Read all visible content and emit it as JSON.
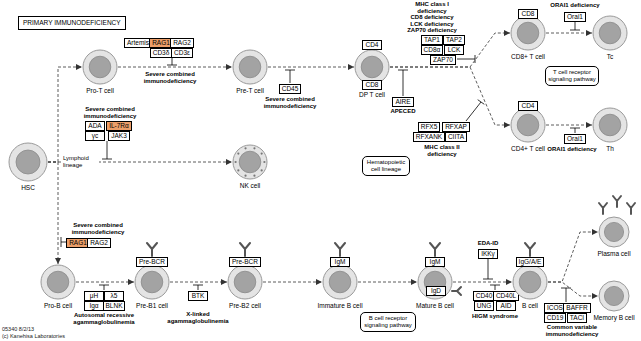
{
  "diagram": {
    "title": "PRIMARY IMMUNODEFICIENCY",
    "nodes": [
      {
        "text": [
          "HSC"
        ]
      },
      {
        "text": [
          "Pro-T cell"
        ]
      },
      {
        "text": [
          "Artemis"
        ]
      },
      {
        "text": [
          "RAG1"
        ]
      },
      {
        "text": [
          "RAG2"
        ]
      },
      {
        "text": [
          "CD3δ"
        ]
      },
      {
        "text": [
          "CD3ε"
        ]
      },
      {
        "text": [
          "Pre-T cell"
        ]
      },
      {
        "text": [
          "CD45"
        ]
      },
      {
        "text": [
          "DP T cell"
        ]
      },
      {
        "text": [
          "CD4"
        ]
      },
      {
        "text": [
          "CD8"
        ]
      },
      {
        "text": [
          "TAP1"
        ]
      },
      {
        "text": [
          "TAP2"
        ]
      },
      {
        "text": [
          "CD8α"
        ]
      },
      {
        "text": [
          "LCK"
        ]
      },
      {
        "text": [
          "ZAP70"
        ]
      },
      {
        "text": [
          "AIRE"
        ]
      },
      {
        "text": [
          "RFX5"
        ]
      },
      {
        "text": [
          "RFXAP"
        ]
      },
      {
        "text": [
          "RFXANK"
        ]
      },
      {
        "text": [
          "CIITA"
        ]
      },
      {
        "text": [
          "CD8+ T cell"
        ]
      },
      {
        "text": [
          "CD8"
        ]
      },
      {
        "text": [
          "Orai1"
        ]
      },
      {
        "text": [
          "Tc"
        ]
      },
      {
        "text": [
          "T cell receptor signaling pathway"
        ]
      },
      {
        "text": [
          "CD4+ T cell"
        ]
      },
      {
        "text": [
          "CD4"
        ]
      },
      {
        "text": [
          "Orai1"
        ]
      },
      {
        "text": [
          "Th"
        ]
      },
      {
        "text": [
          "ADA"
        ]
      },
      {
        "text": [
          "IL-7Rα"
        ]
      },
      {
        "text": [
          "γc"
        ]
      },
      {
        "text": [
          "JAK3"
        ]
      },
      {
        "text": [
          "NK cell"
        ]
      },
      {
        "text": [
          "Hematopoietic cell lineage"
        ]
      },
      {
        "text": [
          "RAG1"
        ]
      },
      {
        "text": [
          "RAG2"
        ]
      },
      {
        "text": [
          "Pro-B cell"
        ]
      },
      {
        "text": [
          "μH"
        ]
      },
      {
        "text": [
          "λ5"
        ]
      },
      {
        "text": [
          "Igα"
        ]
      },
      {
        "text": [
          "BLNK"
        ]
      },
      {
        "text": [
          "Pre-B1 cell"
        ]
      },
      {
        "text": [
          "Pre-BCR"
        ]
      },
      {
        "text": [
          "BTK"
        ]
      },
      {
        "text": [
          "Pre-B2 cell"
        ]
      },
      {
        "text": [
          "Pre-BCR"
        ]
      },
      {
        "text": [
          "Immature B cell"
        ]
      },
      {
        "text": [
          "IgM"
        ]
      },
      {
        "text": [
          "B cell receptor signaling pathway"
        ]
      },
      {
        "text": [
          "Mature B cell"
        ]
      },
      {
        "text": [
          "IgM"
        ]
      },
      {
        "text": [
          "IgD"
        ]
      },
      {
        "text": [
          "IKKγ"
        ]
      },
      {
        "text": [
          "CD40"
        ]
      },
      {
        "text": [
          "CD40L"
        ]
      },
      {
        "text": [
          "UNG"
        ]
      },
      {
        "text": [
          "AID"
        ]
      },
      {
        "text": [
          "B cell"
        ]
      },
      {
        "text": [
          "IgG/A/E"
        ]
      },
      {
        "text": [
          "ICOS"
        ]
      },
      {
        "text": [
          "BAFFR"
        ]
      },
      {
        "text": [
          "CD19"
        ]
      },
      {
        "text": [
          "TACI"
        ]
      },
      {
        "text": [
          "Plasma cell"
        ]
      },
      {
        "text": [
          "Memory B cell"
        ]
      }
    ],
    "edges": [
      {
        "from": 0,
        "to": 1,
        "arrow": "to"
      },
      {
        "from": 0,
        "to": 35,
        "arrow": "to"
      },
      {
        "from": 0,
        "to": 39,
        "arrow": "to"
      },
      {
        "from": 1,
        "to": 7,
        "arrow": "to"
      },
      {
        "from": 7,
        "to": 9,
        "arrow": "to"
      },
      {
        "from": 9,
        "to": 22,
        "arrow": "to"
      },
      {
        "from": 9,
        "to": 27,
        "arrow": "to"
      },
      {
        "from": 22,
        "to": 25,
        "arrow": "to"
      },
      {
        "from": 27,
        "to": 30,
        "arrow": "to"
      },
      {
        "from": 39,
        "to": 44,
        "arrow": "to"
      },
      {
        "from": 44,
        "to": 47,
        "arrow": "to"
      },
      {
        "from": 47,
        "to": 49,
        "arrow": "to"
      },
      {
        "from": 49,
        "to": 52,
        "arrow": "to"
      },
      {
        "from": 52,
        "to": 60,
        "arrow": "to"
      },
      {
        "from": 60,
        "to": 66,
        "arrow": "to"
      },
      {
        "from": 60,
        "to": 67,
        "arrow": "to"
      }
    ],
    "labels": [
      "Lymphoid lineage",
      "Severe combined immunodeficiency",
      "Severe combined immunodeficiency",
      "MHC class I deficiency",
      "CD8 deficiency",
      "LCK deficiency",
      "ZAP70 deficiency",
      "APECED",
      "MHC class II deficiency",
      "ORAI1 deficiency",
      "ORAI1 deficiency",
      "Severe combined immunodeficiency",
      "Severe combined immunodeficiency",
      "Autosomal recessive agammaglobulinemia",
      "X-linked agammaglobulinemia",
      "EDA-ID",
      "HIGM syndrome",
      "Common variable immunodeficiency",
      "05340 8/2/13",
      "(c) Kanehisa Laboratories"
    ]
  }
}
